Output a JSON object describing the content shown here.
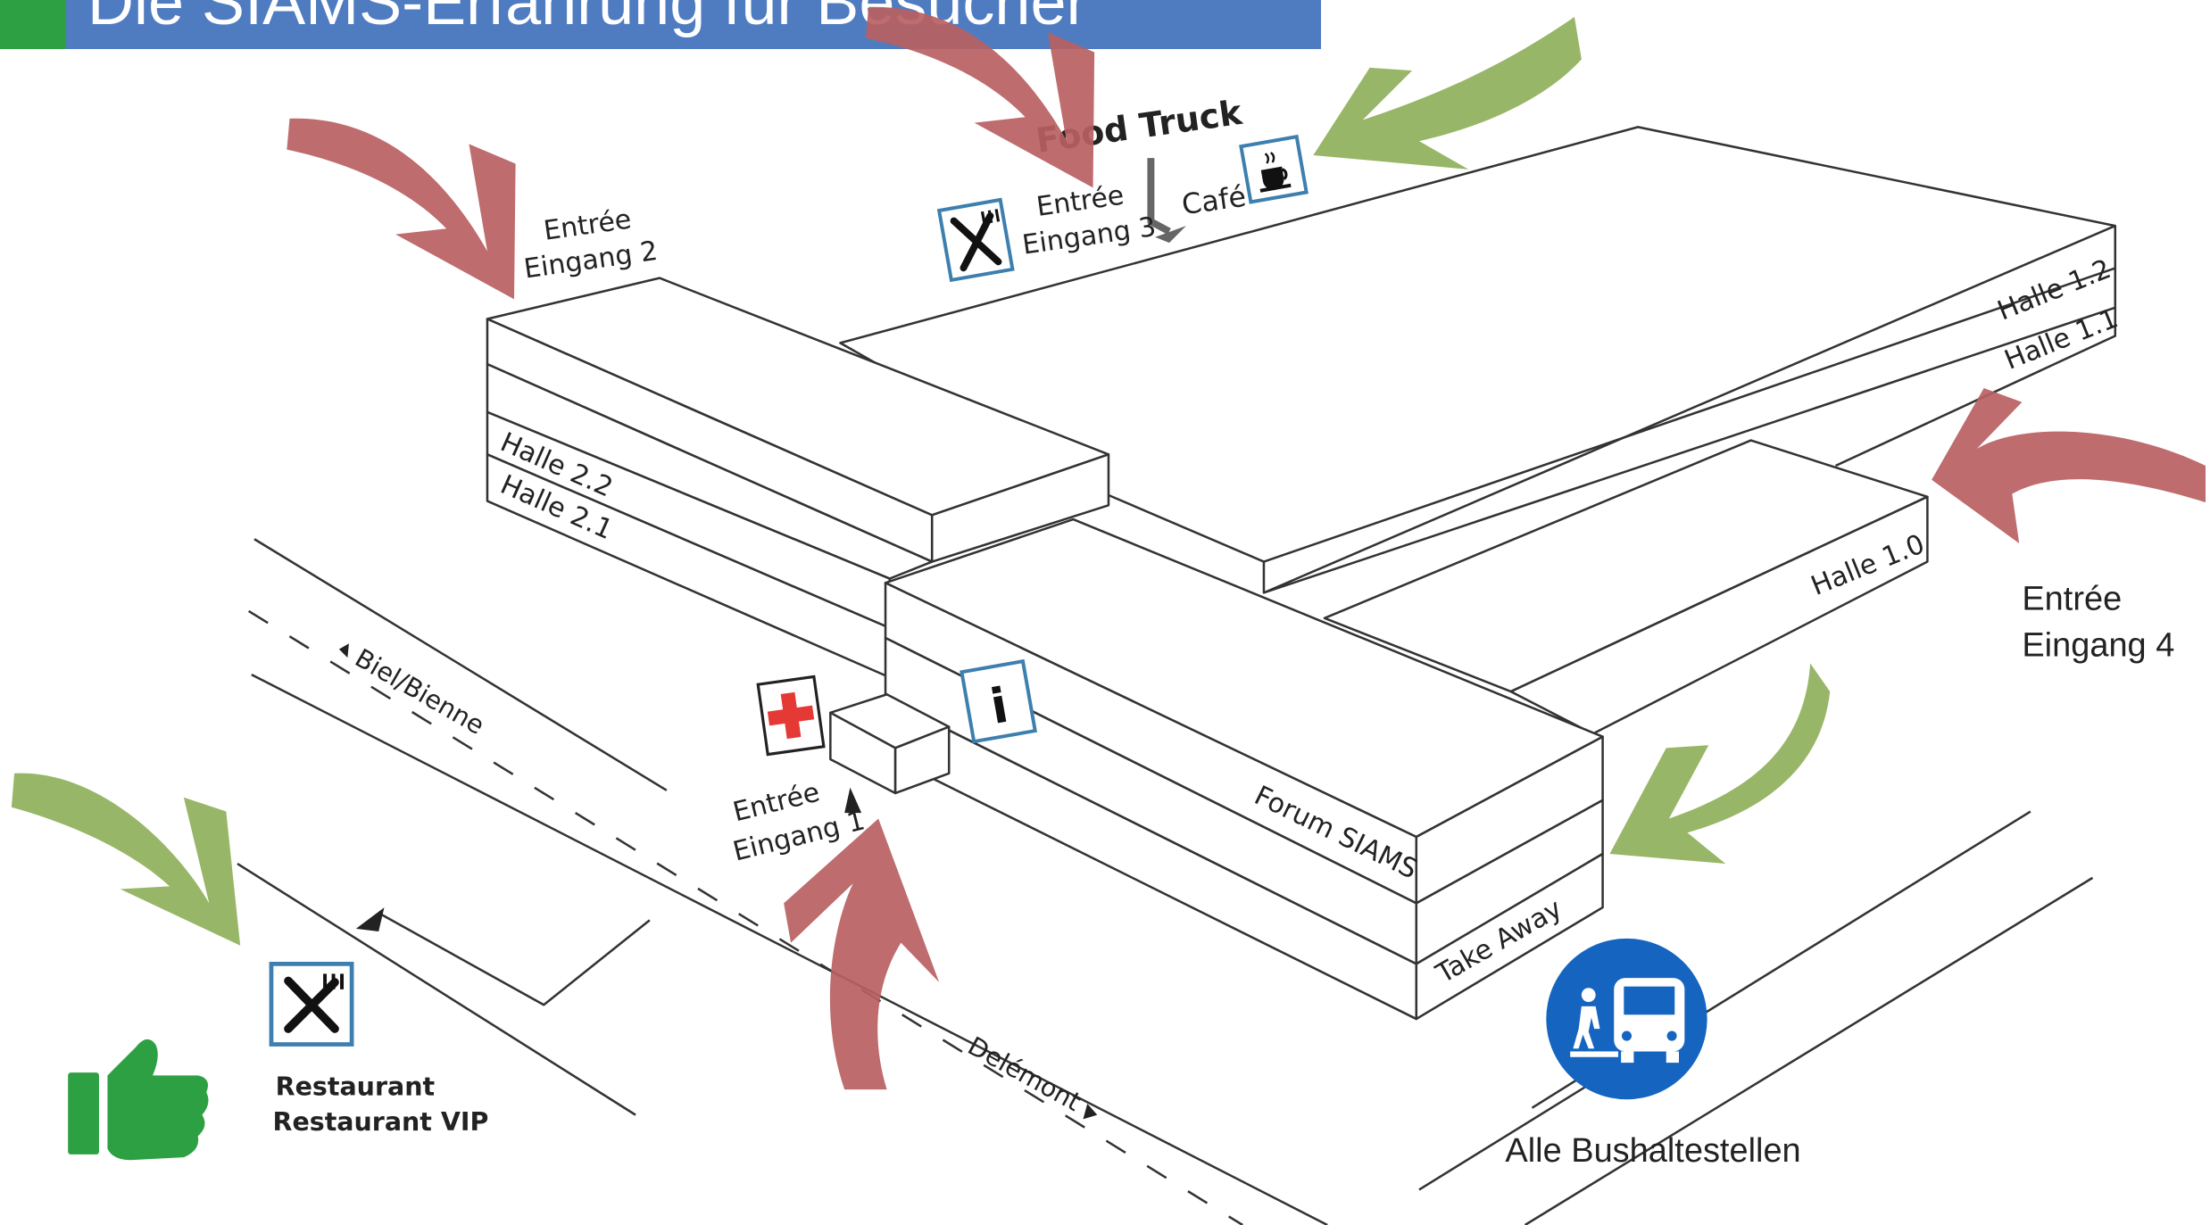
{
  "header": {
    "title": "Die SIAMS-Erfahrung für Besucher"
  },
  "map": {
    "food_truck": "Food Truck",
    "cafe": "Café",
    "entrance_2": {
      "line1": "Entrée",
      "line2": "Eingang 2"
    },
    "entrance_3": {
      "line1": "Entrée",
      "line2": "Eingang 3"
    },
    "entrance_1": {
      "line1": "Entrée",
      "line2": "Eingang 1"
    },
    "entrance_4": {
      "line1": "Entrée",
      "line2": "Eingang 4"
    },
    "halls": {
      "h12": "Halle 1.2",
      "h11": "Halle 1.1",
      "h10": "Halle 1.0",
      "h22": "Halle 2.2",
      "h21": "Halle 2.1"
    },
    "forum": "Forum SIAMS",
    "take_away": "Take Away",
    "road_biel": "Biel/Bienne",
    "road_delemont": "Delémont",
    "restaurant": "Restaurant",
    "restaurant_vip": "Restaurant VIP",
    "bus_stops": "Alle Bushaltestellen",
    "info_letter": "i"
  },
  "colors": {
    "title_bar": "#4f7cc0",
    "accent": "#2ea044",
    "arrow_red": "#b85f62",
    "arrow_green": "#8fb05a",
    "bus": "#1565c0",
    "first_aid": "#e53935",
    "icon_blue": "#3d7fae",
    "thumb": "#2ea044"
  },
  "icons": [
    "fork-knife-icon",
    "coffee-cup-icon",
    "first-aid-icon",
    "info-icon",
    "bus-stop-icon",
    "thumbs-up-icon"
  ]
}
